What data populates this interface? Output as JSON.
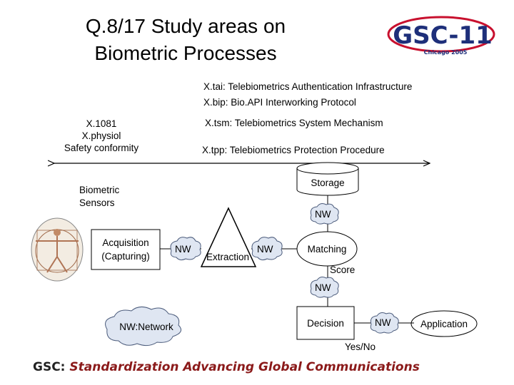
{
  "title": {
    "line1": "Q.8/17 Study areas on",
    "line2": "Biometric Processes"
  },
  "logo": {
    "main": "GSC-11",
    "sub": "Chicago 2005",
    "icon": "gsc-logo-icon"
  },
  "standards": {
    "tai": "X.tai: Telebiometrics Authentication Infrastructure",
    "bip": "X.bip: Bio.API Interworking Protocol",
    "tsm": "X.tsm: Telebiometrics System Mechanism",
    "tpp": "X.tpp: Telebiometrics Protection Procedure",
    "x1081": "X.1081",
    "physiol": "X.physiol",
    "safety": "Safety conformity"
  },
  "nodes": {
    "biometric_sensors_1": "Biometric",
    "biometric_sensors_2": "Sensors",
    "acquisition_1": "Acquisition",
    "acquisition_2": "(Capturing)",
    "extraction": "Extraction",
    "storage": "Storage",
    "matching": "Matching",
    "score": "Score",
    "decision": "Decision",
    "yes_no": "Yes/No",
    "application": "Application",
    "network": "NW:Network",
    "nw": "NW"
  },
  "footer": {
    "prefix": "GSC:",
    "text": "Standardization Advancing Global Communications"
  },
  "colors": {
    "footer_accent": "#8b1a1a",
    "logo_blue": "#1e2f7a",
    "logo_red": "#c8102e",
    "cloud_fill": "#dfe6f2"
  }
}
